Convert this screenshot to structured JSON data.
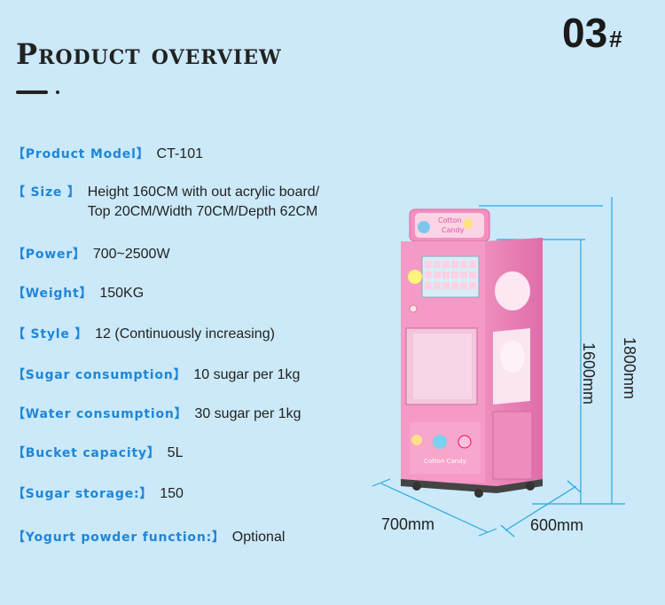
{
  "header": {
    "title": "Product overview",
    "page_number": "03",
    "page_suffix": "#"
  },
  "specs": [
    {
      "label": "【Product Model】",
      "value": "CT-101"
    },
    {
      "label": "【  Size  】",
      "value": "Height 160CM with out acrylic board/",
      "value2": "Top 20CM/Width 70CM/Depth 62CM"
    },
    {
      "label": "【Power】",
      "value": "700~2500W"
    },
    {
      "label": "【Weight】",
      "value": "150KG"
    },
    {
      "label": "【  Style  】",
      "value": "12 (Continuously increasing)"
    },
    {
      "label": "【Sugar consumption】",
      "value": "10 sugar per 1kg"
    },
    {
      "label": "【Water consumption】",
      "value": "30 sugar per 1kg"
    },
    {
      "label": "【Bucket capacity】",
      "value": "5L"
    },
    {
      "label": "【Sugar storage:】",
      "value": "150"
    },
    {
      "label": "【Yogurt powder function:】",
      "value": "Optional"
    }
  ],
  "dimensions": {
    "height_body": "1600mm",
    "height_total": "1800mm",
    "width": "700mm",
    "depth": "600mm"
  },
  "machine": {
    "sign_text_1": "Cotton",
    "sign_text_2": "Candy",
    "base_text": "Cotton Candy",
    "body_color": "#f59ac6",
    "accent_color": "#2aa8e0"
  }
}
